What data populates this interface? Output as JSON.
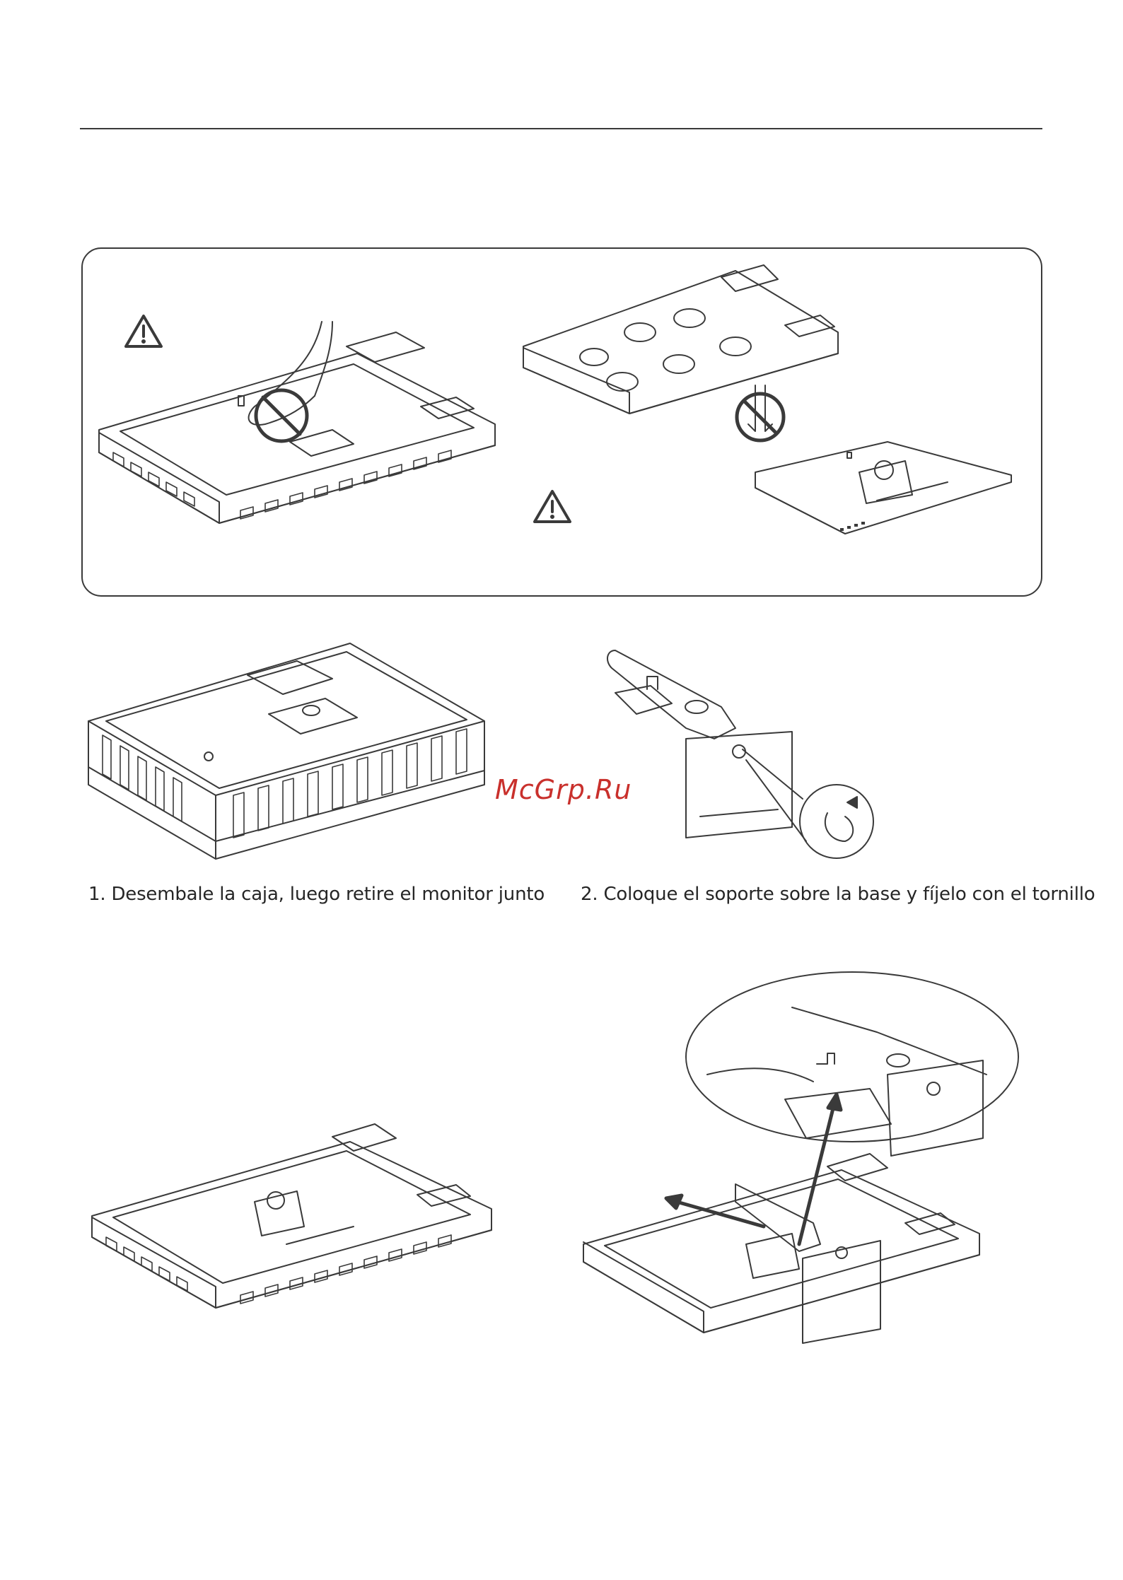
{
  "steps": [
    {
      "caption": "1. Desembale la caja, luego retire el monitor junto"
    },
    {
      "caption": "2. Coloque el soporte sobre la base y fíjelo con el tornillo"
    }
  ],
  "watermark": "McGrp.Ru",
  "colors": {
    "line": "#3a3a3a",
    "watermark": "#c9302c"
  },
  "icons": [
    "warning-triangle-icon",
    "no-touch-icon",
    "no-drop-icon",
    "arrow-icon"
  ]
}
